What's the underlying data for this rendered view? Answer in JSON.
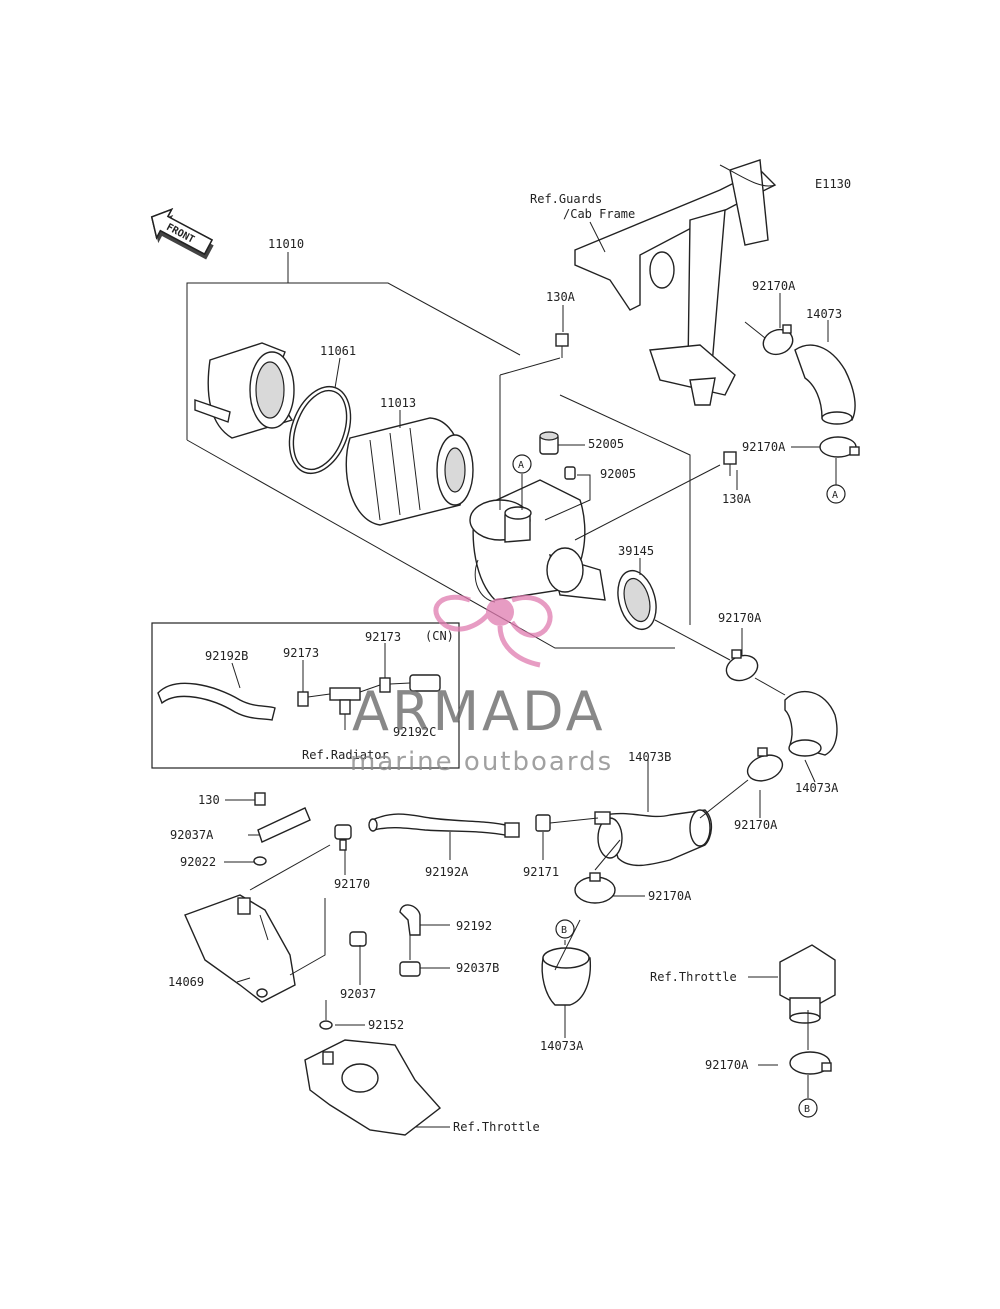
{
  "diagram_code": "E1130",
  "front_label": "FRONT",
  "watermark": {
    "brand": "ARMADA",
    "tagline": "marine outboards"
  },
  "refs": {
    "guards": "Ref.Guards",
    "cab_frame": "/Cab Frame",
    "radiator": "Ref.Radiator",
    "throttle_right": "Ref.Throttle",
    "throttle_bottom": "Ref.Throttle"
  },
  "inset_tag": "(CN)",
  "markers": {
    "a": "A",
    "b": "B"
  },
  "labels": {
    "p11010": "11010",
    "p11061": "11061",
    "p11013": "11013",
    "p130A_top": "130A",
    "p52005": "52005",
    "p92005": "92005",
    "p130A_right": "130A",
    "p39145": "39145",
    "p92170A_top": "92170A",
    "p14073": "14073",
    "p92170A_mid": "92170A",
    "p92170A_right": "92170A",
    "p14073A_right": "14073A",
    "p14073B": "14073B",
    "p92170A_lower": "92170A",
    "p92170A_center": "92170A",
    "p14073A_bottom": "14073A",
    "p92170A_bottom": "92170A",
    "p92192B": "92192B",
    "p92173_a": "92173",
    "p92173_b": "92173",
    "p92192C": "92192C",
    "p130": "130",
    "p92037A": "92037A",
    "p92022": "92022",
    "p92170": "92170",
    "p92192A": "92192A",
    "p92171": "92171",
    "p92192": "92192",
    "p92037B": "92037B",
    "p92037": "92037",
    "p14069": "14069",
    "p92152": "92152"
  },
  "colors": {
    "watermark_logo": "#e07bb0",
    "line": "#222222"
  }
}
